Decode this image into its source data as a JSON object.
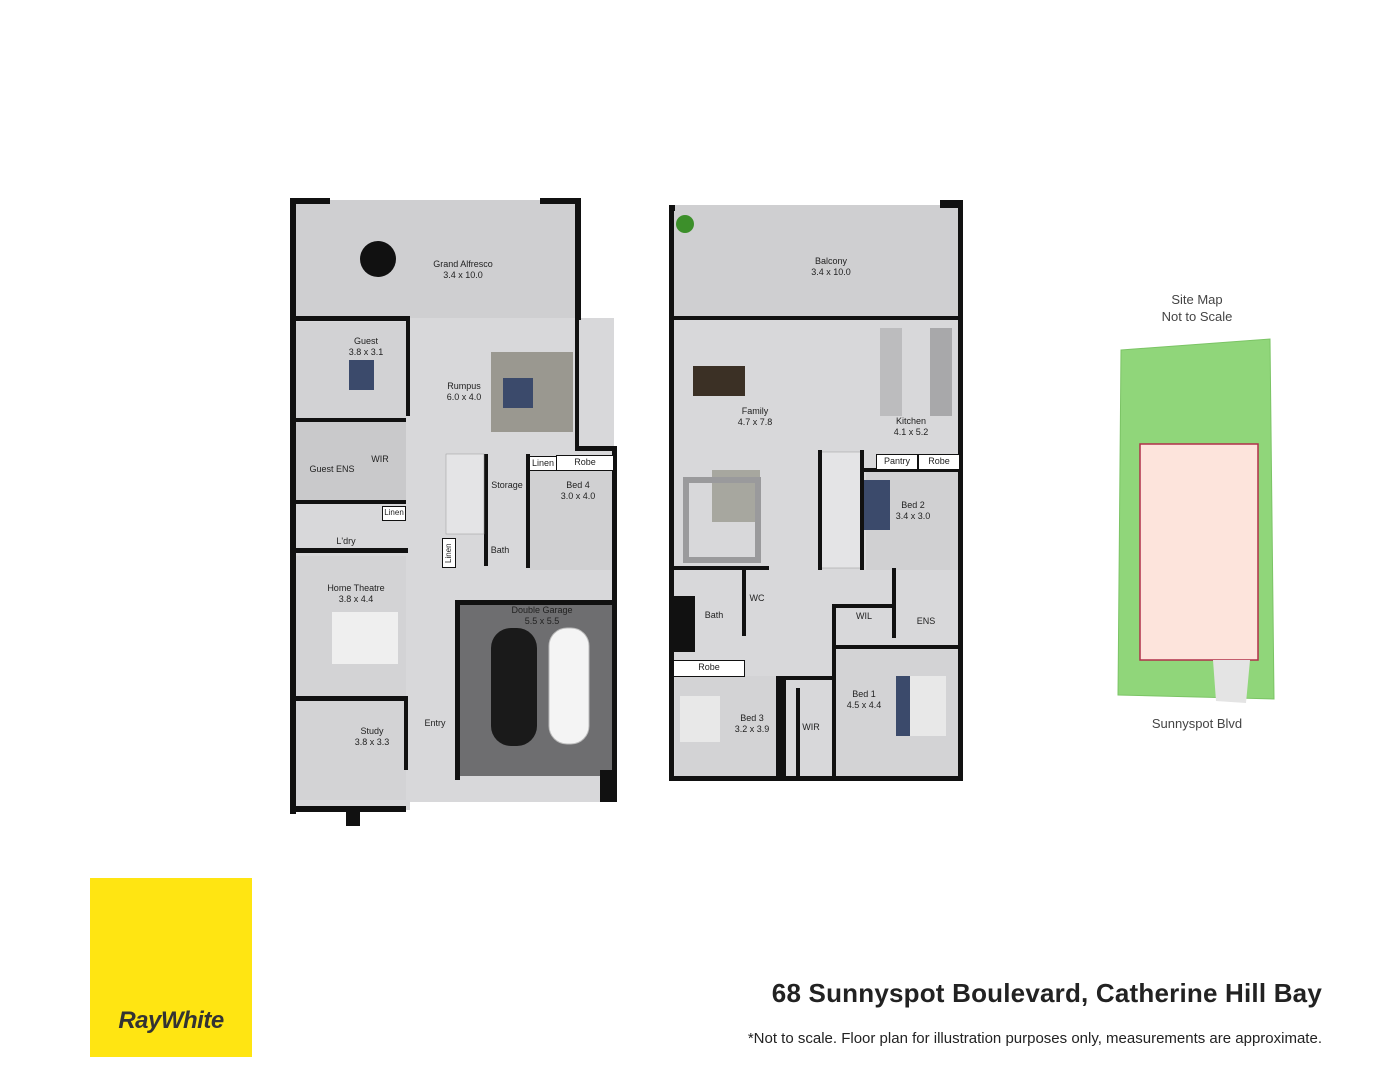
{
  "ground_floor": {
    "rooms": [
      {
        "id": "grand-alfresco",
        "name": "Grand Alfresco",
        "size": "3.4 x 10.0"
      },
      {
        "id": "guest",
        "name": "Guest",
        "size": "3.8 x 3.1"
      },
      {
        "id": "rumpus",
        "name": "Rumpus",
        "size": "6.0 x 4.0"
      },
      {
        "id": "guest-ens",
        "name": "Guest ENS",
        "size": ""
      },
      {
        "id": "wir-ground",
        "name": "WIR",
        "size": ""
      },
      {
        "id": "storage",
        "name": "Storage",
        "size": ""
      },
      {
        "id": "bed-4",
        "name": "Bed 4",
        "size": "3.0 x 4.0"
      },
      {
        "id": "bath-ground",
        "name": "Bath",
        "size": ""
      },
      {
        "id": "laundry",
        "name": "L'dry",
        "size": ""
      },
      {
        "id": "home-theatre",
        "name": "Home Theatre",
        "size": "3.8 x 4.4"
      },
      {
        "id": "double-garage",
        "name": "Double Garage",
        "size": "5.5 x 5.5"
      },
      {
        "id": "study",
        "name": "Study",
        "size": "3.8 x 3.3"
      },
      {
        "id": "entry",
        "name": "Entry",
        "size": ""
      }
    ],
    "boxes": [
      "Linen",
      "Robe",
      "Linen",
      "Linen"
    ]
  },
  "first_floor": {
    "rooms": [
      {
        "id": "balcony",
        "name": "Balcony",
        "size": "3.4 x 10.0"
      },
      {
        "id": "family",
        "name": "Family",
        "size": "4.7 x 7.8"
      },
      {
        "id": "kitchen",
        "name": "Kitchen",
        "size": "4.1 x 5.2"
      },
      {
        "id": "bed-2",
        "name": "Bed 2",
        "size": "3.4 x 3.0"
      },
      {
        "id": "bath-first",
        "name": "Bath",
        "size": ""
      },
      {
        "id": "wc",
        "name": "WC",
        "size": ""
      },
      {
        "id": "wil",
        "name": "WIL",
        "size": ""
      },
      {
        "id": "ens",
        "name": "ENS",
        "size": ""
      },
      {
        "id": "bed-1",
        "name": "Bed 1",
        "size": "4.5 x 4.4"
      },
      {
        "id": "bed-3",
        "name": "Bed 3",
        "size": "3.2 x 3.9"
      },
      {
        "id": "wir-first",
        "name": "WIR",
        "size": ""
      }
    ],
    "boxes": [
      "Pantry",
      "Robe",
      "Robe"
    ]
  },
  "site_map": {
    "title_line1": "Site Map",
    "title_line2": "Not to Scale",
    "street": "Sunnyspot Blvd"
  },
  "address": "68 Sunnyspot Boulevard, Catherine Hill Bay",
  "disclaimer": "*Not to scale. Floor plan for illustration purposes only, measurements are approximate.",
  "brand": {
    "name": "RayWhite",
    "color": "#ffe512"
  },
  "colors": {
    "floor": "#d6d6d8",
    "wall": "#111111",
    "site_lot": "#90d67a",
    "site_house": "#fde4dc",
    "house_outline": "#b0304a"
  }
}
